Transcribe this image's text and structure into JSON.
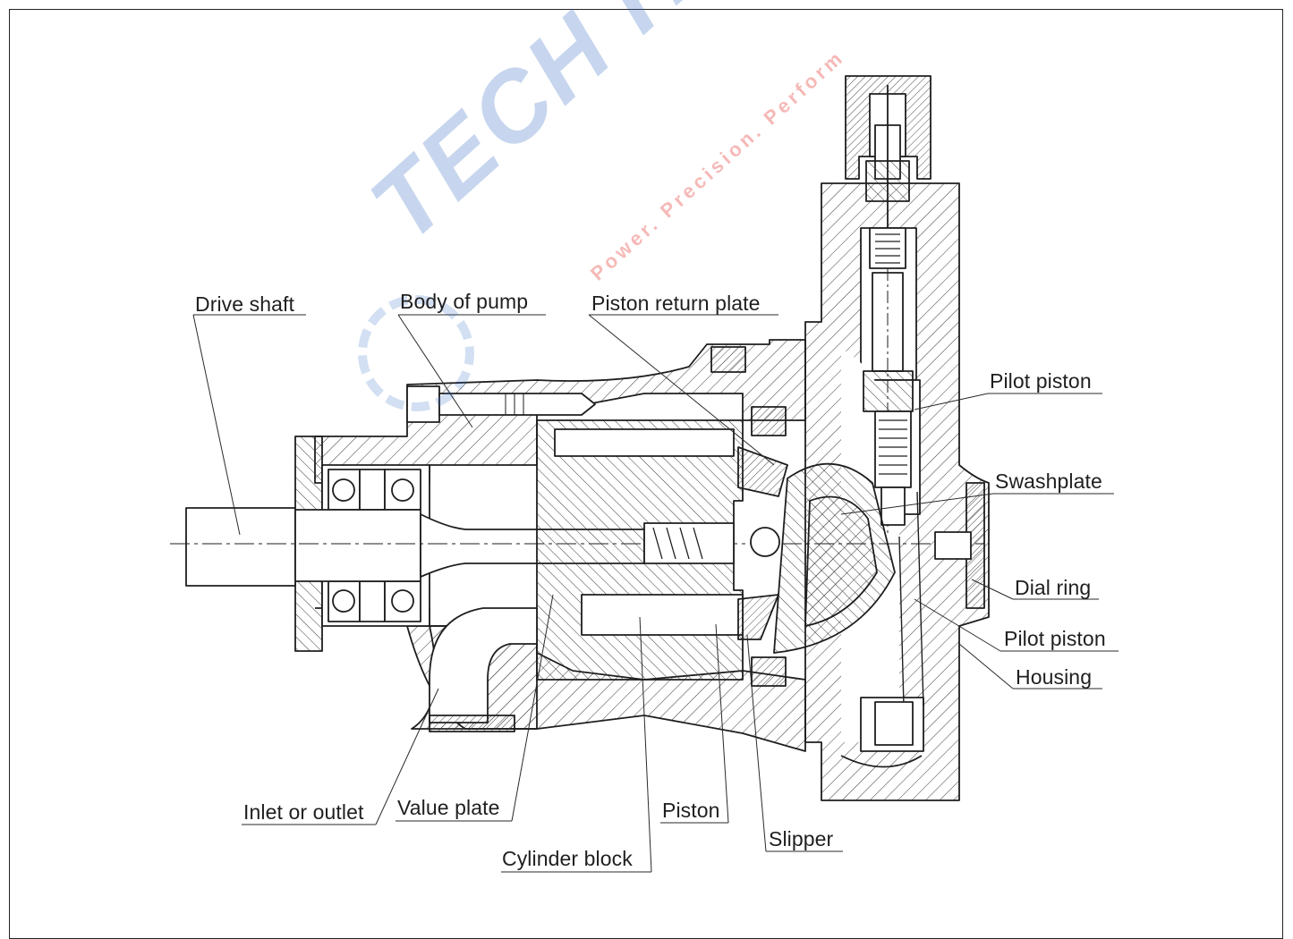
{
  "watermark": {
    "brand_text": "TECH HY",
    "tagline": "Power. Precision. Perform",
    "color_blue": "#3a6fc4",
    "color_red": "#e53935"
  },
  "labels": {
    "drive_shaft": "Drive shaft",
    "body_of_pump": "Body of pump",
    "piston_return_plate": "Piston return plate",
    "pilot_piston_top": "Pilot piston",
    "swashplate": "Swashplate",
    "dial_ring": "Dial ring",
    "pilot_piston_bottom": "Pilot piston",
    "housing": "Housing",
    "inlet_or_outlet": "Inlet or outlet",
    "value_plate": "Value plate",
    "piston": "Piston",
    "slipper": "Slipper",
    "cylinder_block": "Cylinder block"
  },
  "colors": {
    "line": "#1e1e1e",
    "hatch": "#3a3a3a"
  }
}
